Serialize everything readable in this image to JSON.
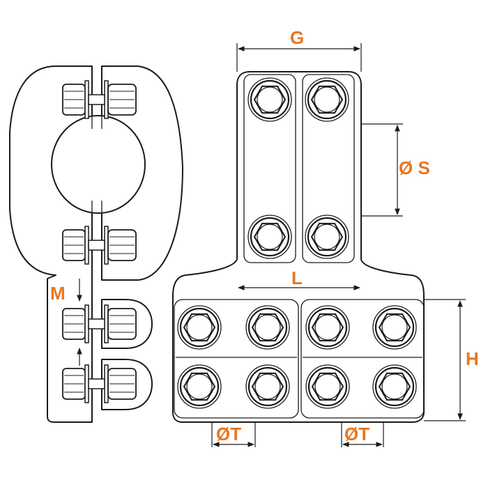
{
  "labels": {
    "g": "G",
    "s": "Ø S",
    "l": "L",
    "h": "H",
    "m": "M",
    "t_left": "ØT",
    "t_right": "ØT"
  },
  "colors": {
    "label": "#e87722",
    "line": "#1a1a1a",
    "background": "#ffffff"
  }
}
